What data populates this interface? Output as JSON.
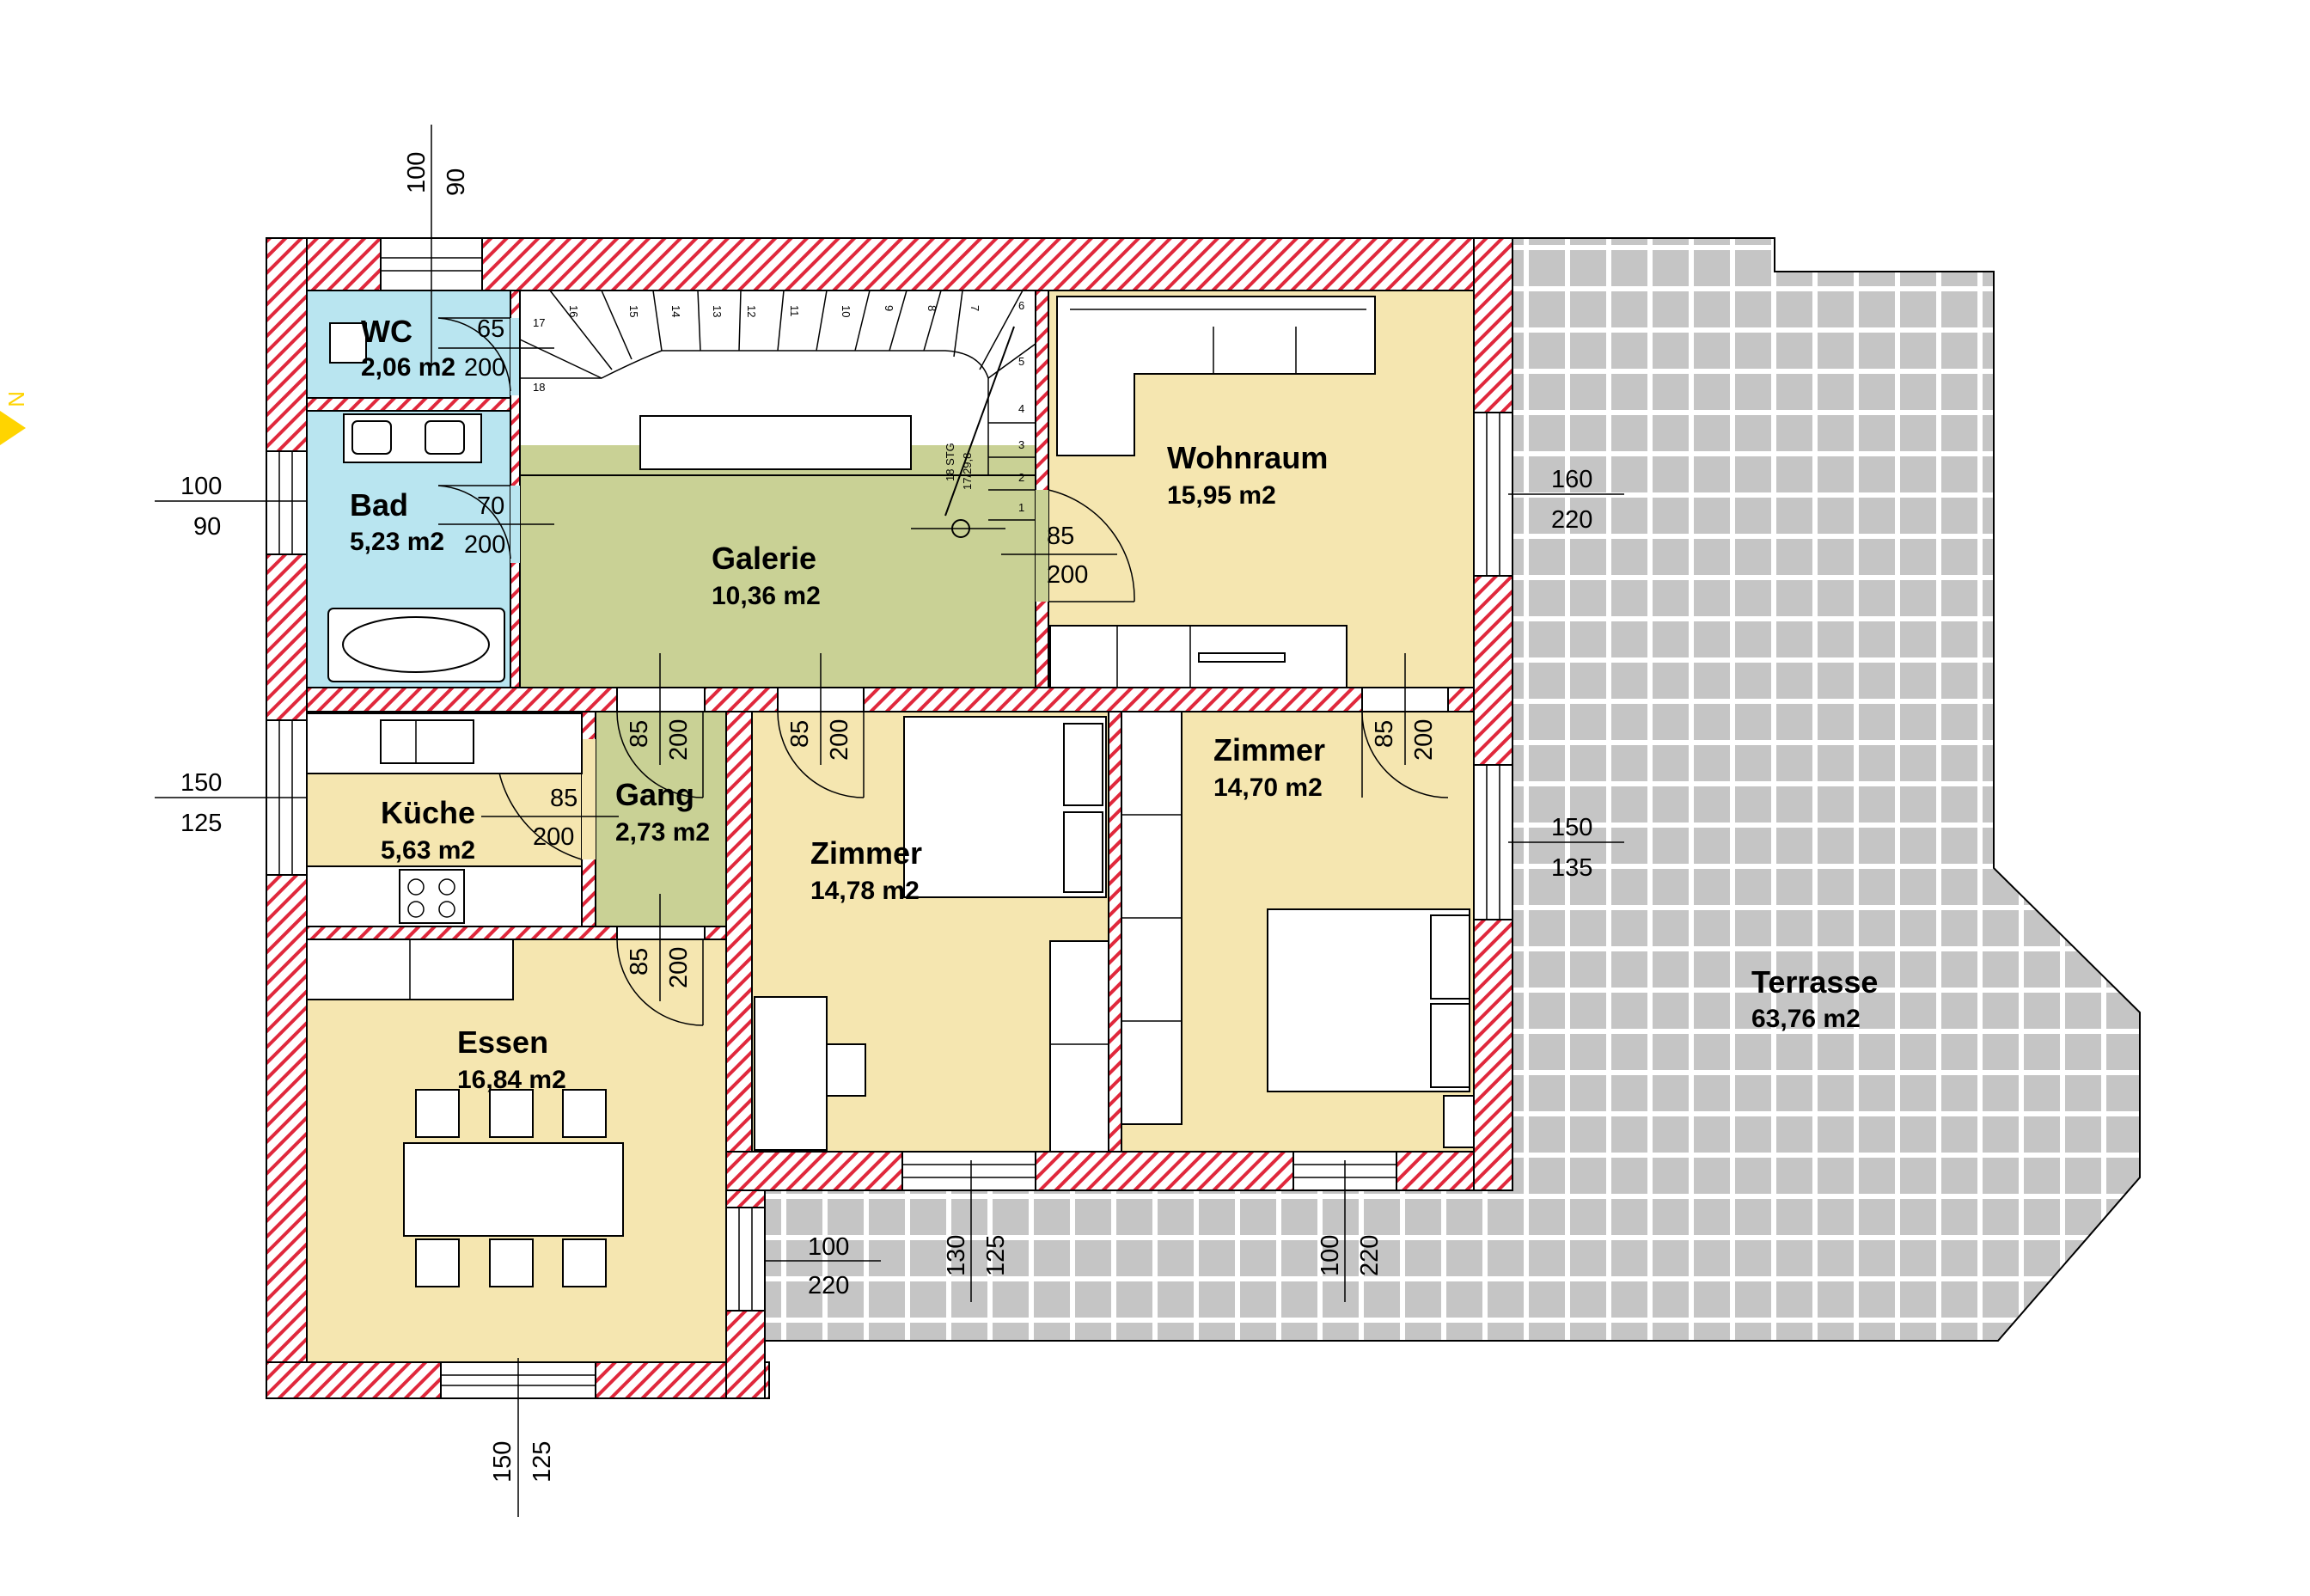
{
  "colors": {
    "wall_hatch": "#e0283c",
    "wet_room": "#b9e5f0",
    "living_room": "#f5e6b0",
    "gallery": "#c9d195",
    "terrace_tile": "#c5c5c5",
    "north_arrow": "#ffd400"
  },
  "north_label": "N",
  "rooms": [
    {
      "key": "wc",
      "name": "WC",
      "area": "2,06 m2"
    },
    {
      "key": "bad",
      "name": "Bad",
      "area": "5,23 m2"
    },
    {
      "key": "galerie",
      "name": "Galerie",
      "area": "10,36 m2"
    },
    {
      "key": "wohnraum",
      "name": "Wohnraum",
      "area": "15,95 m2"
    },
    {
      "key": "kueche",
      "name": "Küche",
      "area": "5,63 m2"
    },
    {
      "key": "gang",
      "name": "Gang",
      "area": "2,73 m2"
    },
    {
      "key": "zimmer1",
      "name": "Zimmer",
      "area": "14,78 m2"
    },
    {
      "key": "zimmer2",
      "name": "Zimmer",
      "area": "14,70 m2"
    },
    {
      "key": "essen",
      "name": "Essen",
      "area": "16,84 m2"
    },
    {
      "key": "terrasse",
      "name": "Terrasse",
      "area": "63,76 m2"
    }
  ],
  "window_dims": {
    "top_wc": [
      "100",
      "90"
    ],
    "left_bad": [
      "100",
      "90"
    ],
    "left_kueche": [
      "150",
      "125"
    ],
    "right_wohnraum": [
      "160",
      "220"
    ],
    "right_zimmer2": [
      "150",
      "135"
    ],
    "bottom_essen": [
      "150",
      "125"
    ],
    "essen_terrace": [
      "100",
      "220"
    ],
    "bottom_zimmer1": [
      "130",
      "125"
    ],
    "bottom_zimmer2": [
      "100",
      "220"
    ]
  },
  "door_dims": {
    "wc": [
      "65",
      "200"
    ],
    "bad": [
      "70",
      "200"
    ],
    "wohnraum": [
      "85",
      "200"
    ],
    "galerie_gang": [
      "85",
      "200"
    ],
    "galerie_zimmer1": [
      "85",
      "200"
    ],
    "wohnraum_zimmer2": [
      "85",
      "200"
    ],
    "kueche": [
      "85",
      "200"
    ],
    "gang_essen": [
      "85",
      "200"
    ]
  },
  "stairs": {
    "steps": [
      "1",
      "2",
      "3",
      "4",
      "5",
      "6",
      "7",
      "8",
      "9",
      "10",
      "11",
      "12",
      "13",
      "14",
      "15",
      "16",
      "17",
      "18"
    ],
    "label": "18 STG",
    "ratio": "17/29,8"
  }
}
